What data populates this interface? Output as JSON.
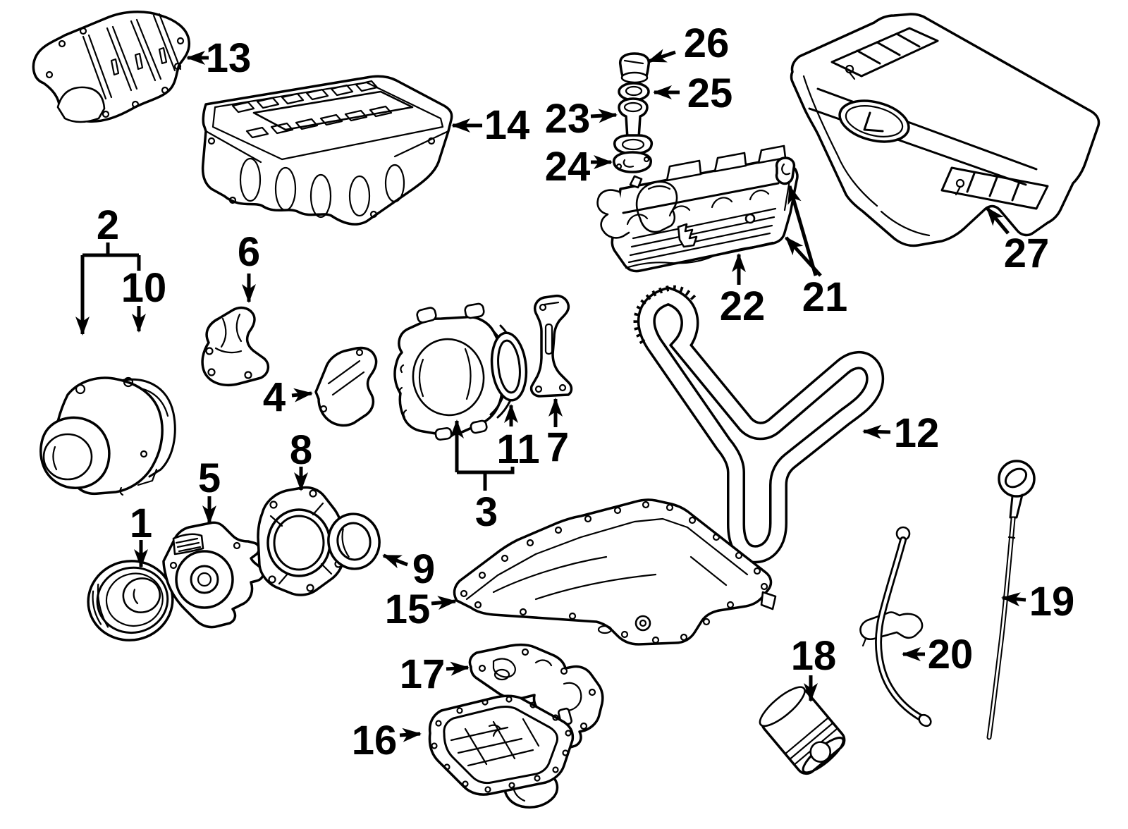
{
  "diagram": {
    "title": "engine-parts-exploded-diagram",
    "background_color": "#ffffff",
    "line_color": "#000000",
    "callout_count": 27
  },
  "callouts": [
    {
      "label": "1"
    },
    {
      "label": "2"
    },
    {
      "label": "3"
    },
    {
      "label": "4"
    },
    {
      "label": "5"
    },
    {
      "label": "6"
    },
    {
      "label": "7"
    },
    {
      "label": "8"
    },
    {
      "label": "9"
    },
    {
      "label": "10"
    },
    {
      "label": "11"
    },
    {
      "label": "12"
    },
    {
      "label": "13"
    },
    {
      "label": "14"
    },
    {
      "label": "15"
    },
    {
      "label": "16"
    },
    {
      "label": "17"
    },
    {
      "label": "18"
    },
    {
      "label": "19"
    },
    {
      "label": "20"
    },
    {
      "label": "21"
    },
    {
      "label": "22"
    },
    {
      "label": "23"
    },
    {
      "label": "24"
    },
    {
      "label": "25"
    },
    {
      "label": "26"
    },
    {
      "label": "27"
    }
  ]
}
